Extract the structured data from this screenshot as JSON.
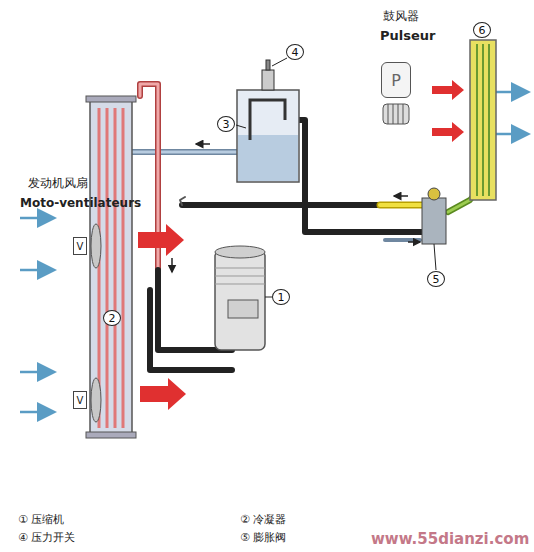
{
  "diagram": {
    "nodes": [
      {
        "text": [
          "6"
        ]
      },
      {
        "text": [
          "P"
        ]
      },
      {
        "text": [
          "4"
        ]
      },
      {
        "text": [
          "3"
        ]
      },
      {
        "text": [
          "5"
        ]
      },
      {
        "text": [
          "V"
        ]
      },
      {
        "text": [
          "1"
        ]
      },
      {
        "text": [
          "2"
        ]
      },
      {
        "text": [
          "V"
        ]
      }
    ],
    "labels": [
      "鼓风器",
      "Pulseur",
      "发动机风扇",
      "Moto-ventilateurs",
      "① 压缩机",
      "② 冷凝器",
      "④ 压力开关",
      "⑤ 膨胀阀",
      "www.55dianzi.com"
    ]
  }
}
